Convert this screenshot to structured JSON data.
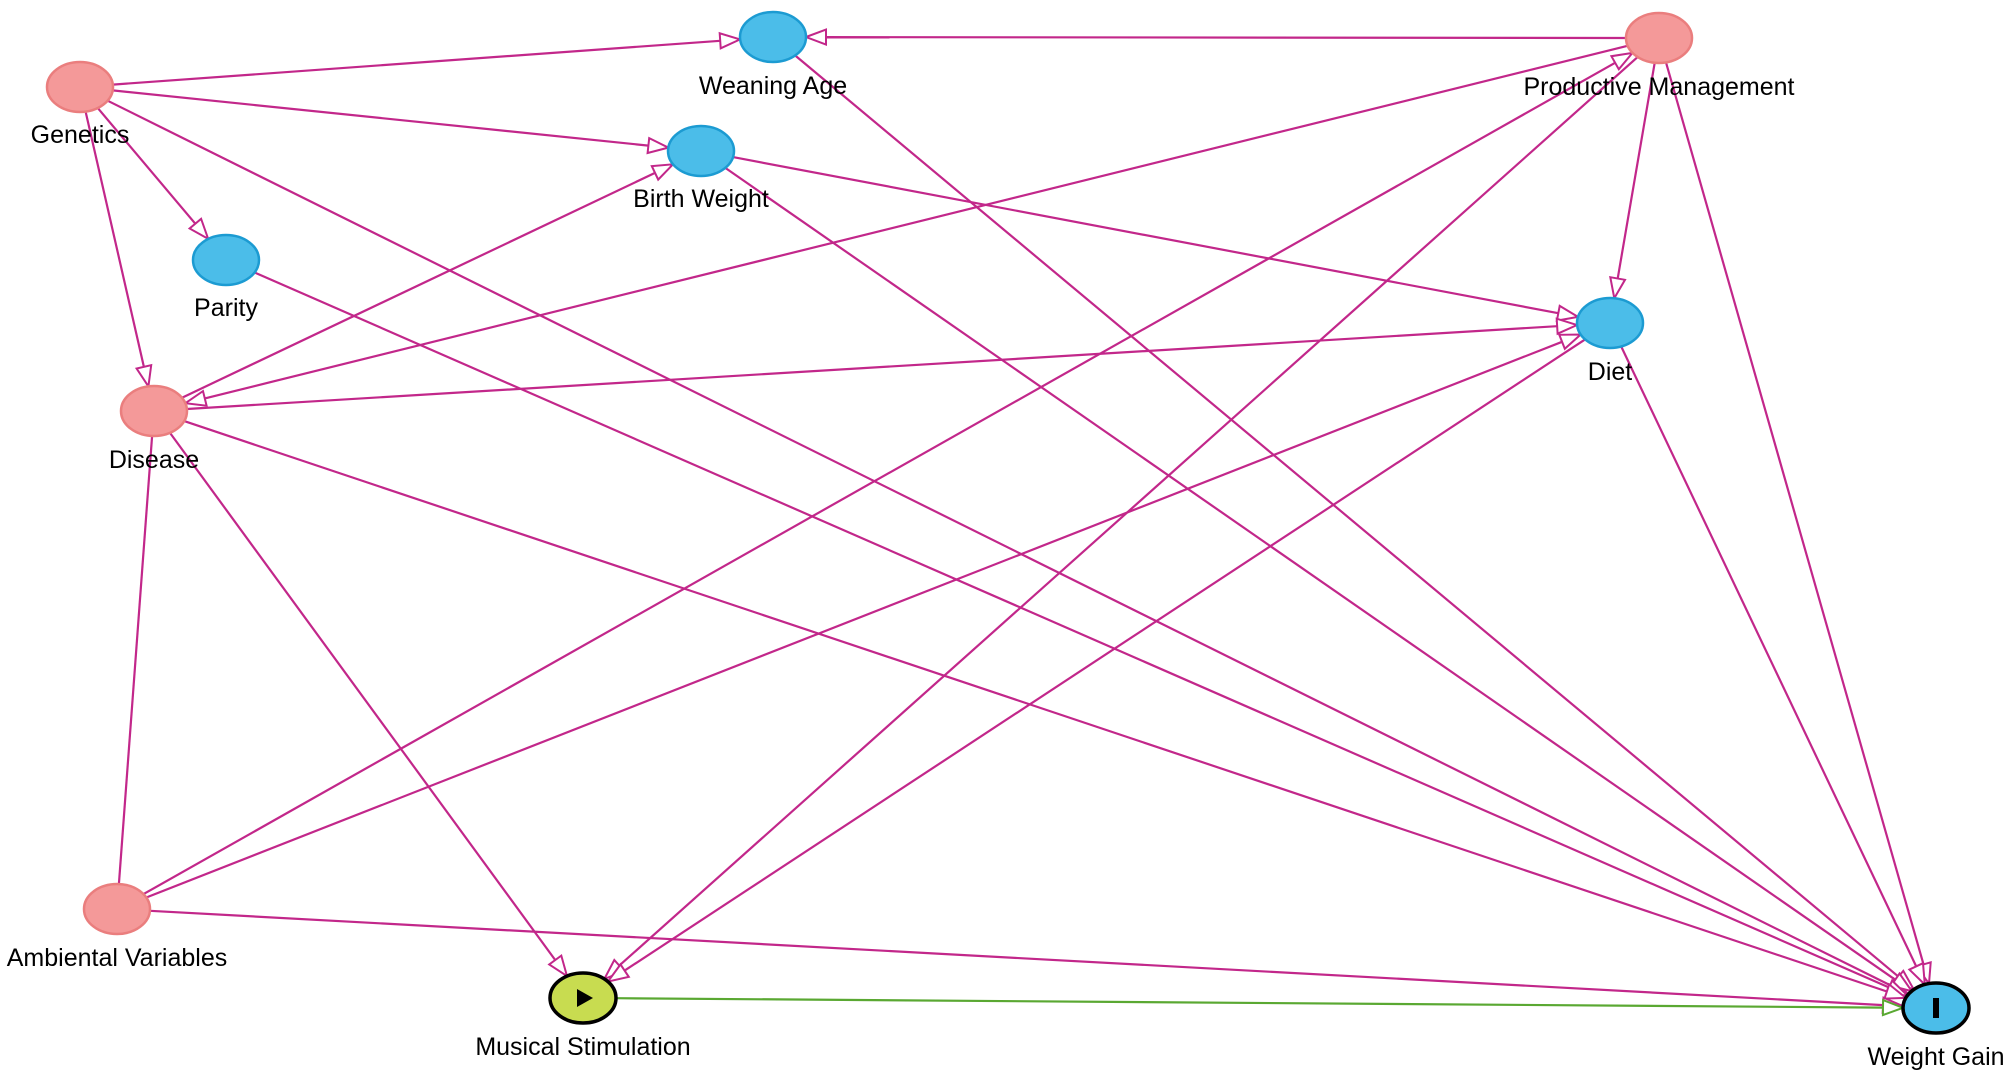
{
  "colors": {
    "edge_causal": "#c2278a",
    "edge_exposure_outcome": "#5aa832",
    "node_adjusted": "#f49999",
    "node_adjusted_stroke": "#ea7e7e",
    "node_ancestor": "#4bbde9",
    "node_ancestor_stroke": "#1c9bd2",
    "node_exposure": "#c8dc50",
    "node_outcome": "#4bbde9",
    "node_special_stroke": "#000000"
  },
  "nodes": [
    {
      "id": "genetics",
      "label": "Genetics",
      "kind": "adjusted"
    },
    {
      "id": "weaning_age",
      "label": "Weaning Age",
      "kind": "ancestor"
    },
    {
      "id": "productive_management",
      "label": "Productive Management",
      "kind": "adjusted"
    },
    {
      "id": "birth_weight",
      "label": "Birth Weight",
      "kind": "ancestor"
    },
    {
      "id": "parity",
      "label": "Parity",
      "kind": "ancestor"
    },
    {
      "id": "diet",
      "label": "Diet",
      "kind": "ancestor"
    },
    {
      "id": "disease",
      "label": "Disease",
      "kind": "adjusted"
    },
    {
      "id": "ambiental_variables",
      "label": "Ambiental Variables",
      "kind": "adjusted"
    },
    {
      "id": "musical_stimulation",
      "label": "Musical Stimulation",
      "kind": "exposure",
      "icon": "play-icon"
    },
    {
      "id": "weight_gain",
      "label": "Weight Gain",
      "kind": "outcome",
      "icon": "outcome-bar-icon"
    }
  ],
  "edges": [
    {
      "from": "genetics",
      "to": "weaning_age"
    },
    {
      "from": "genetics",
      "to": "birth_weight"
    },
    {
      "from": "genetics",
      "to": "parity"
    },
    {
      "from": "genetics",
      "to": "disease"
    },
    {
      "from": "genetics",
      "to": "weight_gain"
    },
    {
      "from": "productive_management",
      "to": "weaning_age"
    },
    {
      "from": "productive_management",
      "to": "diet"
    },
    {
      "from": "productive_management",
      "to": "disease"
    },
    {
      "from": "productive_management",
      "to": "musical_stimulation"
    },
    {
      "from": "productive_management",
      "to": "weight_gain"
    },
    {
      "from": "weaning_age",
      "to": "weight_gain"
    },
    {
      "from": "birth_weight",
      "to": "diet"
    },
    {
      "from": "birth_weight",
      "to": "weight_gain"
    },
    {
      "from": "parity",
      "to": "weight_gain"
    },
    {
      "from": "disease",
      "to": "birth_weight"
    },
    {
      "from": "disease",
      "to": "diet"
    },
    {
      "from": "disease",
      "to": "musical_stimulation"
    },
    {
      "from": "disease",
      "to": "weight_gain"
    },
    {
      "from": "diet",
      "to": "weight_gain"
    },
    {
      "from": "diet",
      "to": "musical_stimulation"
    },
    {
      "from": "ambiental_variables",
      "to": "disease",
      "arrowhead": false
    },
    {
      "from": "ambiental_variables",
      "to": "productive_management"
    },
    {
      "from": "ambiental_variables",
      "to": "diet"
    },
    {
      "from": "ambiental_variables",
      "to": "weight_gain"
    },
    {
      "from": "musical_stimulation",
      "to": "weight_gain",
      "kind": "exposure_outcome"
    }
  ]
}
